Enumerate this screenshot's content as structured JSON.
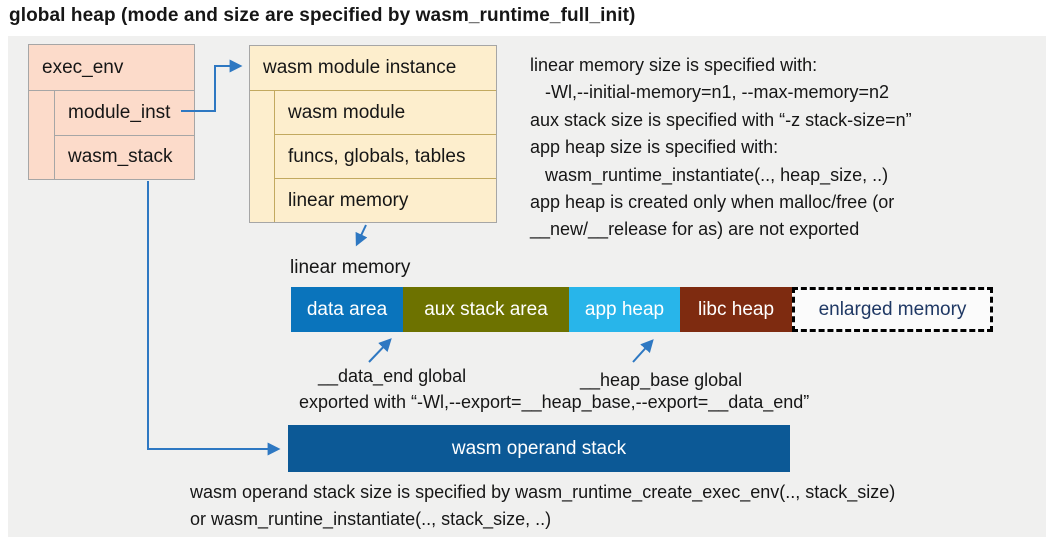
{
  "title": "global heap (mode and size are specified by wasm_runtime_full_init)",
  "exec_env": {
    "header": "exec_env",
    "rows": [
      "module_inst",
      "wasm_stack"
    ]
  },
  "module_instance": {
    "header": "wasm module instance",
    "rows": [
      "wasm module",
      "funcs, globals, tables",
      "linear memory"
    ]
  },
  "notes_right": {
    "lines": [
      "linear memory size is specified with:",
      "-Wl,--initial-memory=n1, --max-memory=n2",
      "aux stack size is specified with “-z stack-size=n”",
      "app heap size is specified with:",
      "wasm_runtime_instantiate(.., heap_size, ..)",
      "app heap is created only when malloc/free (or",
      "__new/__release for as) are not exported"
    ]
  },
  "linear_memory": {
    "label": "linear memory",
    "segments": [
      {
        "label": "data area",
        "color": "#0a74bc"
      },
      {
        "label": "aux stack area",
        "color": "#6d7200"
      },
      {
        "label": "app heap",
        "color": "#28b5ea"
      },
      {
        "label": "libc heap",
        "color": "#7e2b10"
      },
      {
        "label": "enlarged memory",
        "color": "#fbfbfb",
        "text_color": "#1f3864",
        "border": "dashed"
      }
    ]
  },
  "globals": {
    "data_end": "__data_end global",
    "heap_base": "__heap_base global",
    "exported": "exported with “-Wl,--export=__heap_base,--export=__data_end”"
  },
  "operand_stack": {
    "label": "wasm operand stack",
    "notes": [
      "wasm operand stack size is specified by wasm_runtime_create_exec_env(.., stack_size)",
      "or wasm_runtine_instantiate(.., stack_size, ..)"
    ]
  },
  "colors": {
    "panel_bg": "#f0f0ef",
    "exec_env_fill": "#fcdbca",
    "module_instance_fill": "#fdeecd",
    "operand_stack_fill": "#0c5996",
    "arrow": "#2e78c2",
    "enlarged_memory_text": "#1f3864"
  }
}
